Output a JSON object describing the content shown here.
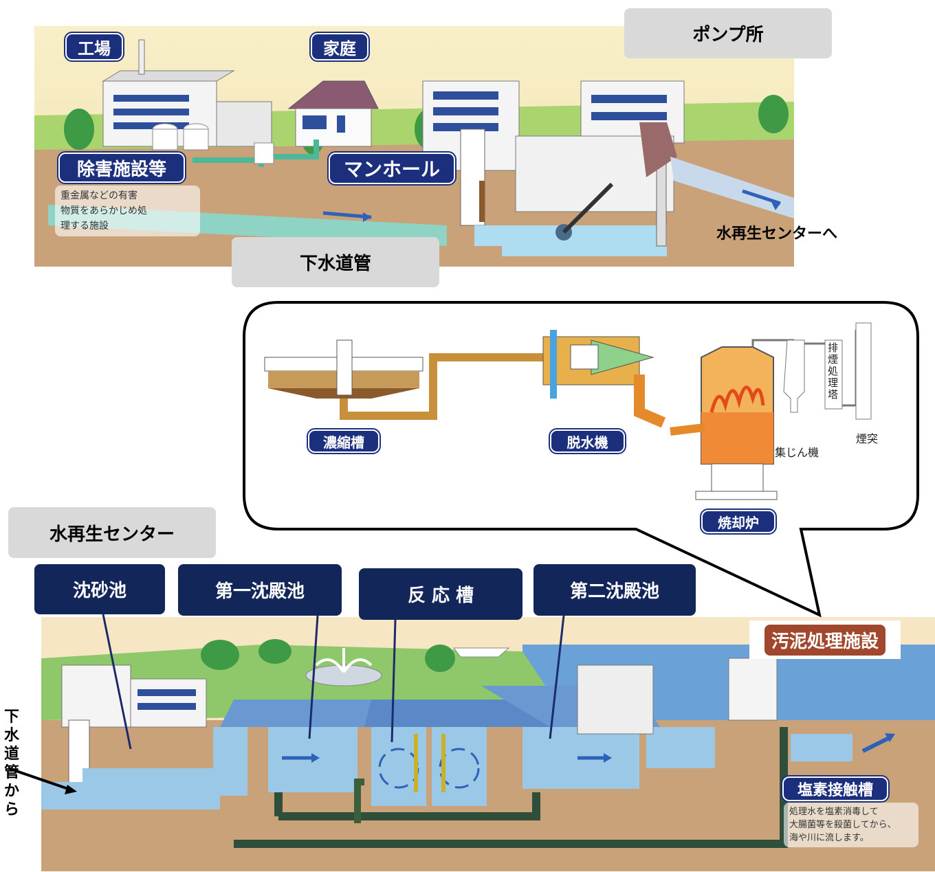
{
  "sewer_scene": {
    "factory_label": "工場",
    "home_label": "家庭",
    "pump_station_label": "ポンプ所",
    "pretreatment_label": "除害施設等",
    "pretreatment_note": [
      "重金属などの有害",
      "物質をあらかじめ処",
      "理する施設"
    ],
    "manhole_label": "マンホール",
    "sewer_pipe_label": "下水道管",
    "to_center_label": "水再生センターへ"
  },
  "sludge_callout": {
    "thickener_label": "濃縮槽",
    "dewatering_label": "脱水機",
    "incinerator_label": "焼却炉",
    "dust_collector_label": "集じん機",
    "exhaust_tower_label": "排煙処理塔",
    "chimney_label": "煙突"
  },
  "center_scene": {
    "title": "水再生センター",
    "grit_chamber_label": "沈砂池",
    "primary_tank_label": "第一沈殿池",
    "reaction_tank_label": "反 応 槽",
    "secondary_tank_label": "第二沈殿池",
    "sludge_facility_label": "汚泥処理施設",
    "chlorine_tank_label": "塩素接触槽",
    "chlorine_note": [
      "処理水を塩素消毒して",
      "大腸菌等を殺菌してから、",
      "海や川に流します。"
    ],
    "from_sewer_label": "下水道管から"
  },
  "colors": {
    "navy": "#12265a",
    "pill_blue": "#1c2f7c",
    "water": "#9cc8e8",
    "soil": "#c9a27a",
    "grass": "#9dcc6a",
    "sludge_orange": "#e58a2b"
  }
}
